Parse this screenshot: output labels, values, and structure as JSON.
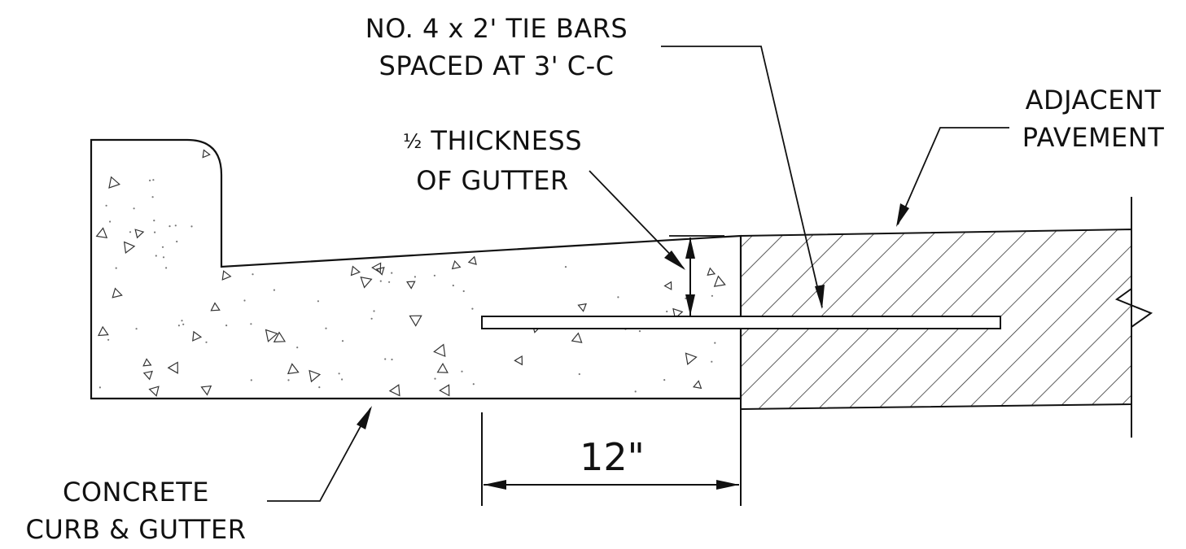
{
  "labels": {
    "tie_bars": {
      "line1": "NO. 4 x 2' TIE BARS",
      "line2": "SPACED AT 3' C-C"
    },
    "adjacent_pavement": {
      "line1": "ADJACENT",
      "line2": "PAVEMENT"
    },
    "half_thickness": {
      "fraction": "½",
      "line1": "THICKNESS",
      "line2": "OF GUTTER"
    },
    "curb_gutter": {
      "line1": "CONCRETE",
      "line2": "CURB & GUTTER"
    }
  },
  "dimension": {
    "value": "12\""
  },
  "colors": {
    "line": "#111111",
    "background": "#ffffff"
  }
}
